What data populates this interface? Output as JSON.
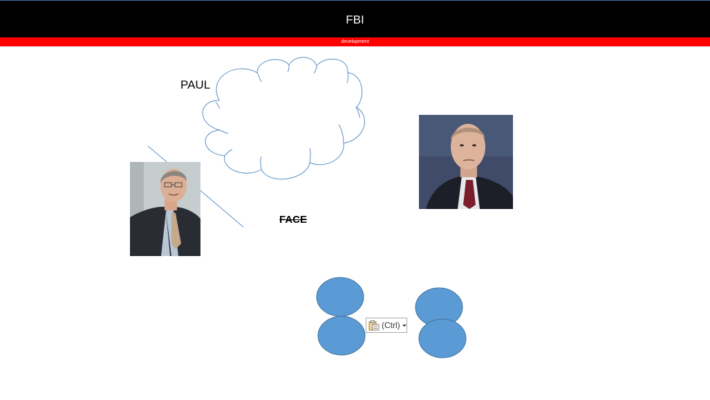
{
  "header": {
    "title": "FBI",
    "subtitle": "development"
  },
  "labels": {
    "paul": "PAUL",
    "face": "FACE"
  },
  "images": {
    "left_photo": "portrait-photo-man-in-suit",
    "right_photo": "portrait-photo-man-in-suit-dark-background"
  },
  "paste_options": {
    "label": "(Ctrl)",
    "icon": "clipboard-paste-icon"
  },
  "colors": {
    "title_bar": "#000000",
    "sub_bar": "#ff0000",
    "shape_fill": "#5b9bd5",
    "shape_stroke": "#41719c",
    "outline_stroke": "#5b8ec4"
  }
}
